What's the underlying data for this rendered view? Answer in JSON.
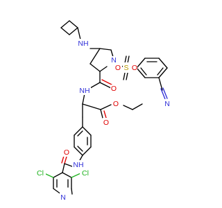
{
  "molecule": {
    "atom_labels": {
      "nh_cyclobutyl": "NH",
      "n_pyrrolidine": "N",
      "s_sulfonyl": "S",
      "o_sulfonyl_left": "O",
      "o_sulfonyl_right": "O",
      "n_cyano": "N",
      "nh_amide": "NH",
      "o_amide": "O",
      "o_ester_carbonyl": "O",
      "o_ester": "O",
      "nh_anilide": "NH",
      "o_anilide": "O",
      "cl_left": "Cl",
      "cl_right": "Cl",
      "n_pyridine": "N"
    },
    "colors": {
      "carbon": "#000000",
      "nitrogen": "#2f2fd8",
      "oxygen": "#e00000",
      "sulfur": "#b89a00",
      "chlorine": "#1db21d"
    }
  }
}
